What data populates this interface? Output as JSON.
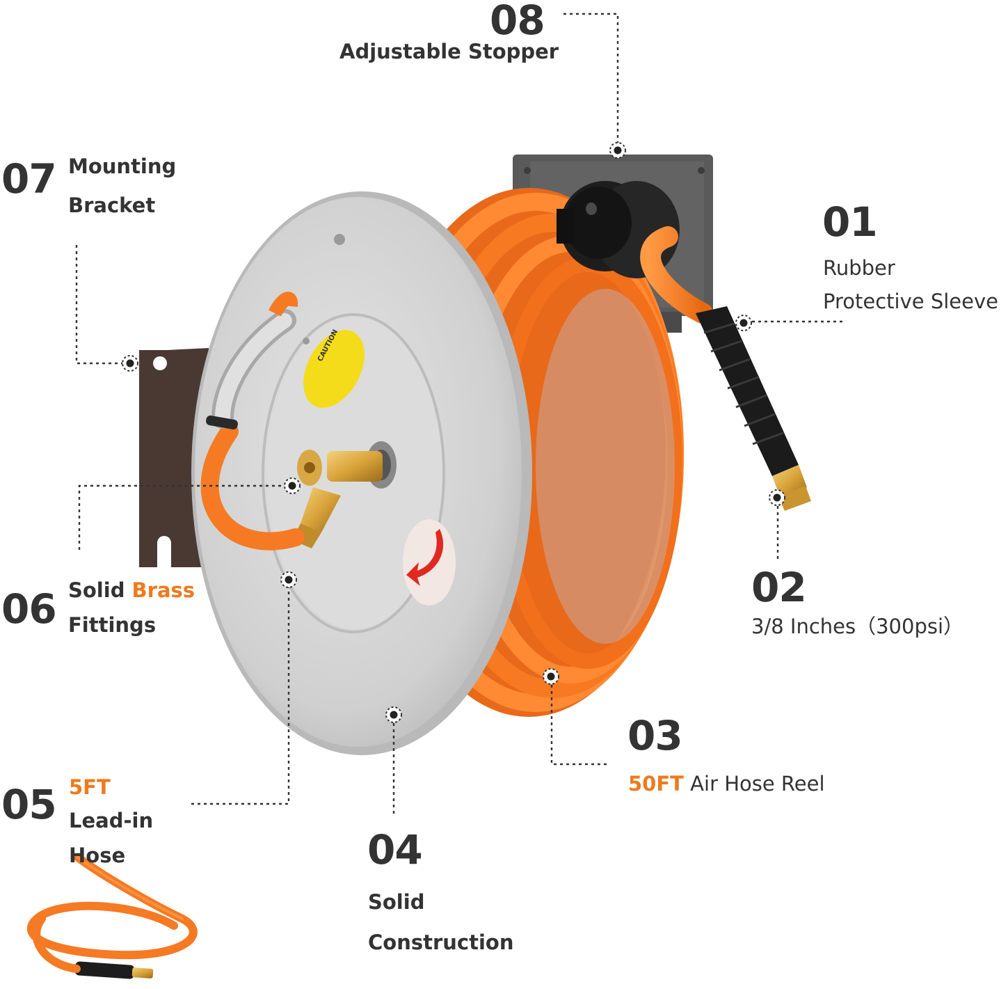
{
  "colors": {
    "text": "#333333",
    "accent": "#ee7a1d",
    "hose": "#f57a23",
    "reel": "#d8d8d8",
    "bracket": "#5a5a5a"
  },
  "callouts": {
    "c08": {
      "number": "08",
      "line1": "Adjustable Stopper"
    },
    "c07": {
      "number": "07",
      "line1": "Mounting",
      "line2": "Bracket"
    },
    "c01": {
      "number": "01",
      "line1": "Rubber",
      "line2": "Protective Sleeve"
    },
    "c02": {
      "number": "02",
      "line1": "3/8 Inches（300psi）"
    },
    "c06": {
      "number": "06",
      "line1a": "Solid ",
      "line1b": "Brass",
      "line2": "Fittings"
    },
    "c03": {
      "number": "03",
      "highlight": "50FT",
      "rest": " Air Hose Reel"
    },
    "c05": {
      "number": "05",
      "highlight": "5FT",
      "line2": "Lead-in",
      "line3": "Hose"
    },
    "c04": {
      "number": "04",
      "line1": "Solid",
      "line2": "Construction"
    }
  },
  "product": {
    "caution_label": "CAUTION",
    "icons": [
      "hose-reel-illustration",
      "caution-sticker",
      "rotation-arrow-icon",
      "lead-in-hose-illustration"
    ]
  }
}
